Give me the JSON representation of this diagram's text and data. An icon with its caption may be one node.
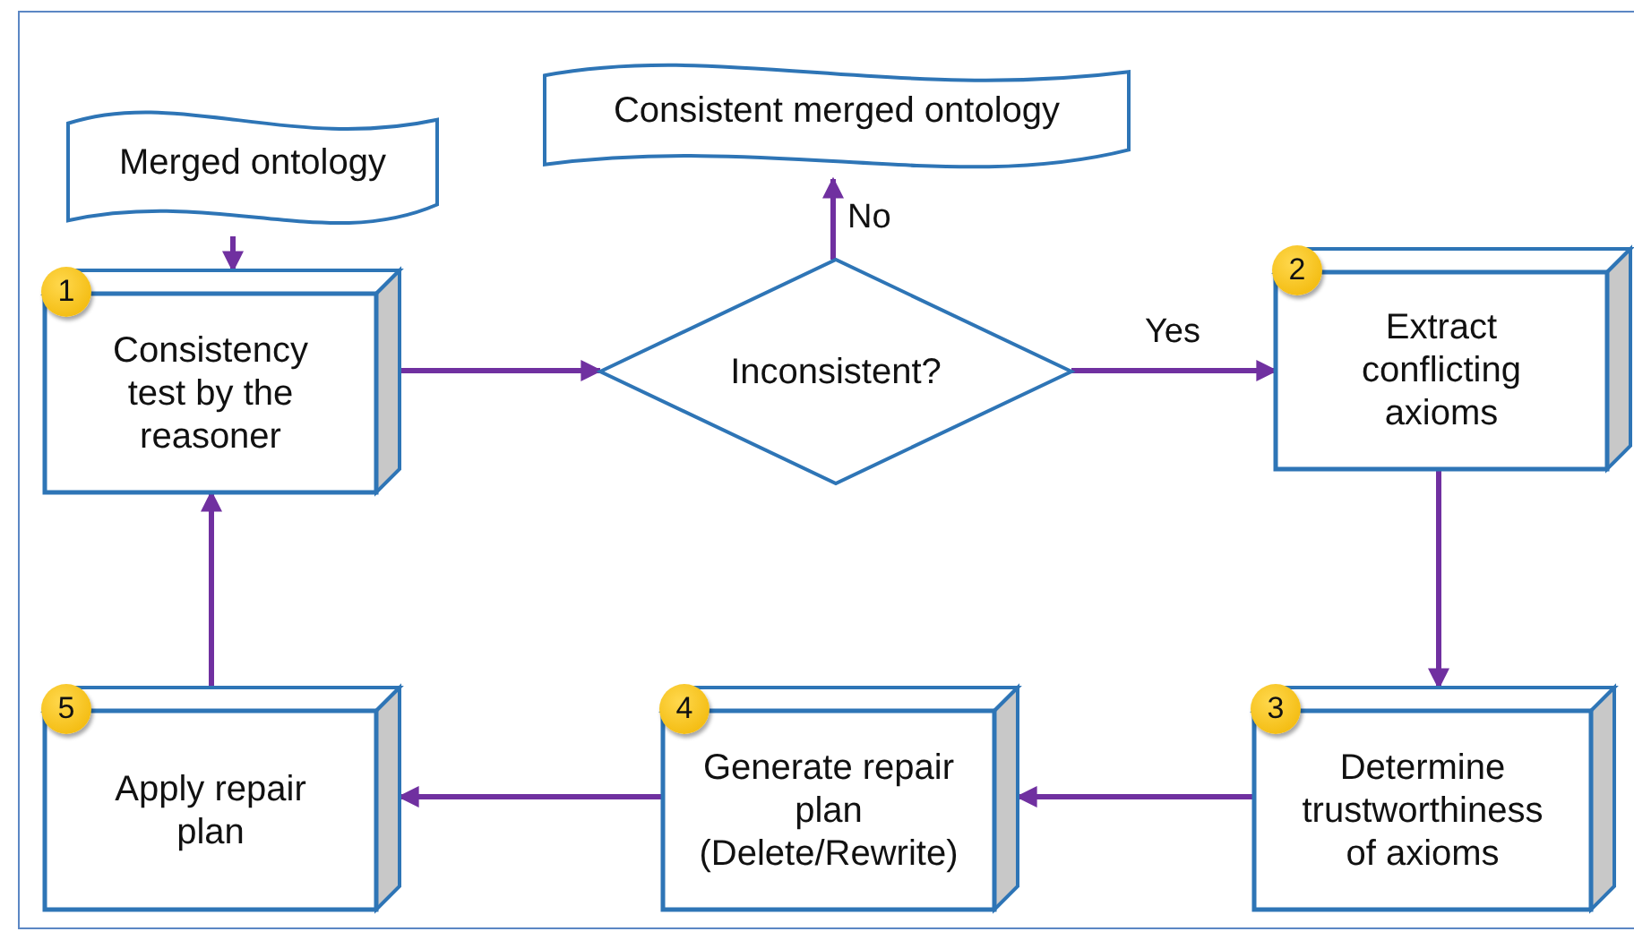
{
  "diagram": {
    "nodes": [
      {
        "text": [
          "Merged ontology"
        ]
      },
      {
        "text": [
          "1",
          "Consistency test by the reasoner"
        ]
      },
      {
        "text": [
          "Inconsistent?"
        ]
      },
      {
        "text": [
          "Consistent merged ontology"
        ]
      },
      {
        "text": [
          "2",
          "Extract conflicting axioms"
        ]
      },
      {
        "text": [
          "3",
          "Determine trustworthiness of axioms"
        ]
      },
      {
        "text": [
          "4",
          "Generate repair plan (Delete/Rewrite)"
        ]
      },
      {
        "text": [
          "5",
          "Apply repair plan"
        ]
      }
    ],
    "edges": [
      {
        "from": 0,
        "to": 1,
        "arrow": "to"
      },
      {
        "from": 1,
        "to": 2,
        "arrow": "to"
      },
      {
        "from": 2,
        "to": 3,
        "arrow": "to",
        "label": "No"
      },
      {
        "from": 2,
        "to": 4,
        "arrow": "to",
        "label": "Yes"
      },
      {
        "from": 4,
        "to": 5,
        "arrow": "to"
      },
      {
        "from": 5,
        "to": 6,
        "arrow": "to"
      },
      {
        "from": 6,
        "to": 7,
        "arrow": "to"
      },
      {
        "from": 7,
        "to": 1,
        "arrow": "to"
      }
    ]
  }
}
